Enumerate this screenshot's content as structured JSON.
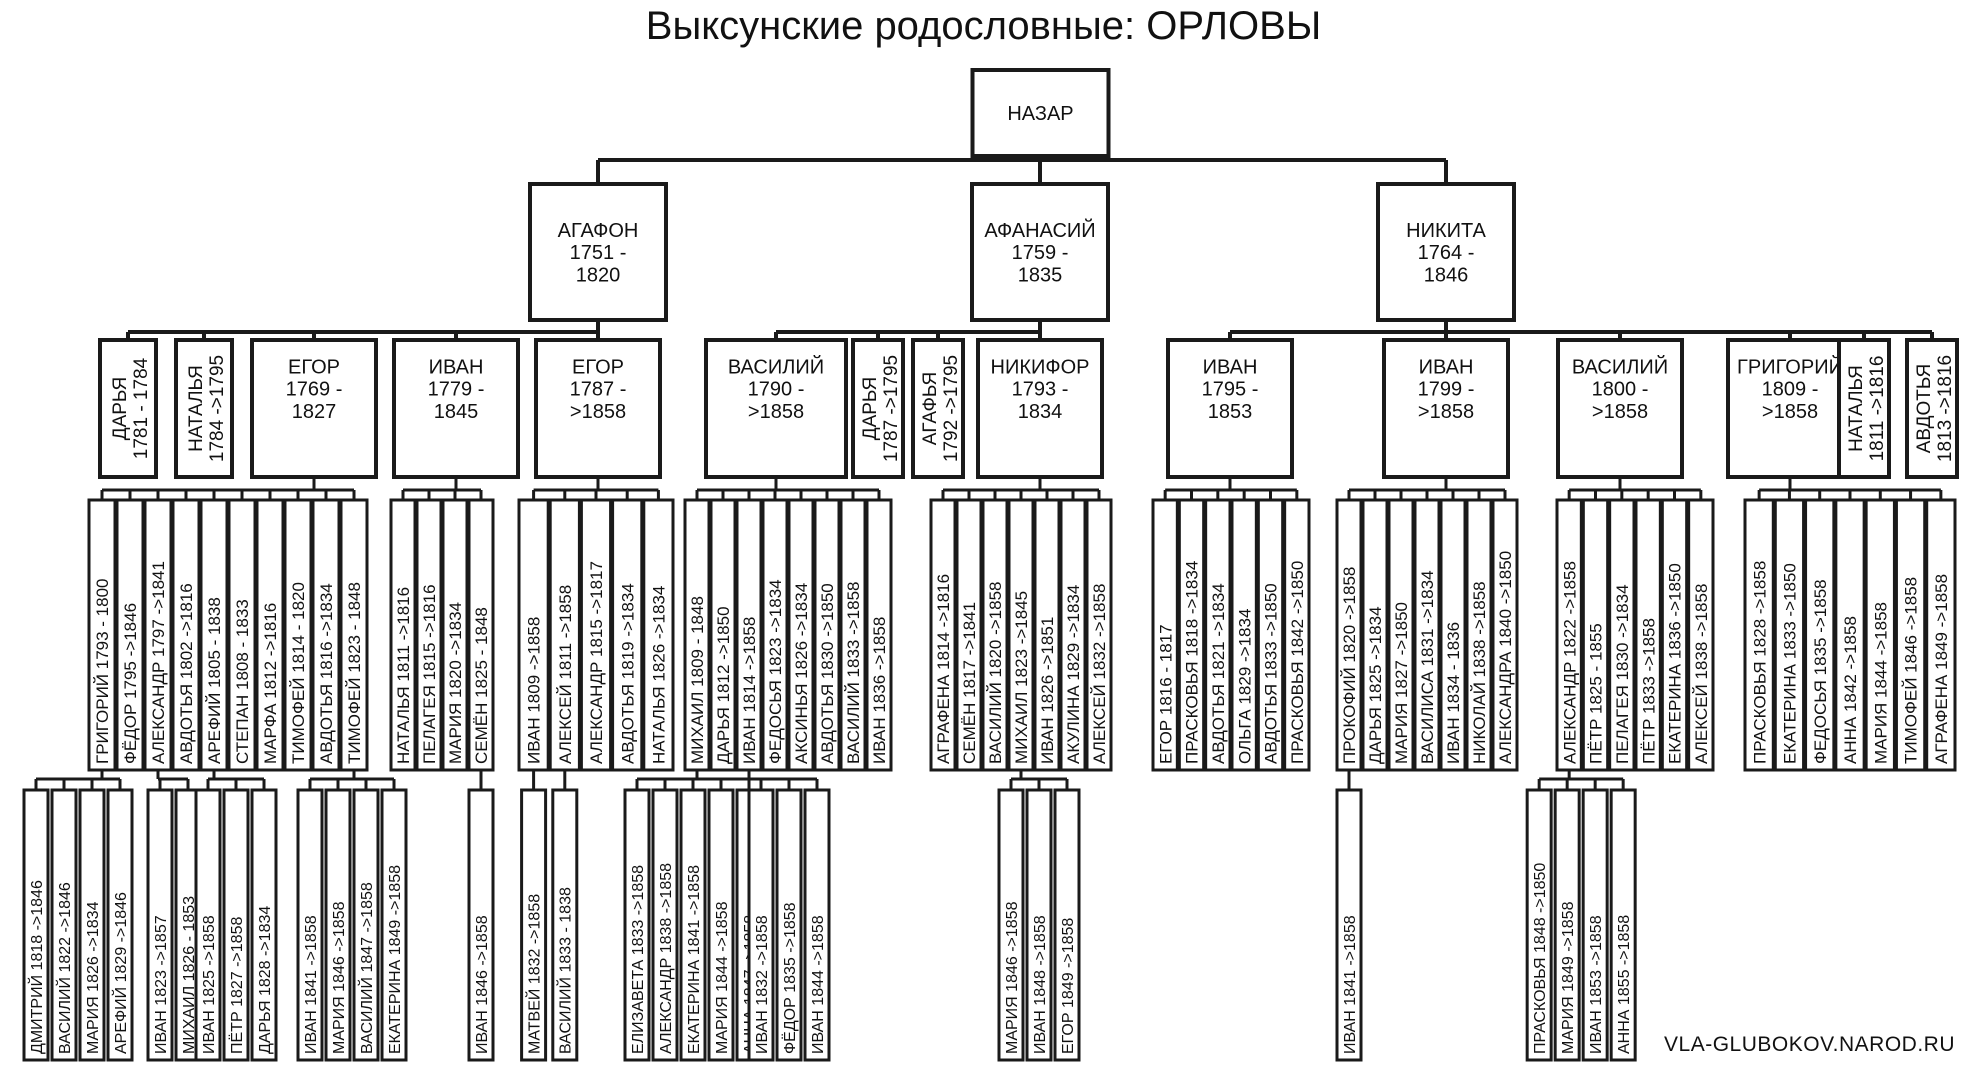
{
  "title": "Выксунские родословные: ОРЛОВЫ",
  "footer": "VLA-GLUBOKOV.NAROD.RU",
  "root": {
    "lines": [
      "НАЗАР"
    ],
    "children": [
      {
        "lines": [
          "АГАФОН",
          "1751 -",
          "1820"
        ],
        "children": [
          {
            "lines": [
              "ДАРЬЯ",
              "1781 - 1784"
            ]
          },
          {
            "lines": [
              "НАТАЛЬЯ",
              "1784 ->1795"
            ]
          },
          {
            "lines": [
              "ЕГОР",
              "1769 -",
              "1827"
            ],
            "children": [
              {
                "text": "ГРИГОРИЙ 1793 - 1800",
                "children": [
                  {
                    "text": "ДМИТРИЙ  1818 ->1846"
                  },
                  {
                    "text": "ВАСИЛИЙ  1822 ->1846"
                  },
                  {
                    "text": "МАРИЯ  1826 ->1834"
                  },
                  {
                    "text": "АРЕФИЙ  1829 ->1846"
                  }
                ]
              },
              {
                "text": "ФЁДОР  1795 ->1846"
              },
              {
                "text": "АЛЕКСАНДР 1797 ->1841",
                "children": [
                  {
                    "text": "ИВАН  1823 ->1857"
                  },
                  {
                    "text": "МИХАИЛ  1826 - 1853"
                  }
                ]
              },
              {
                "text": "АВДОТЬЯ  1802 ->1816"
              },
              {
                "text": "АРЕФИЙ  1805 - 1838",
                "children": [
                  {
                    "text": "ИВАН  1825 ->1858"
                  },
                  {
                    "text": "ПЁТР  1827 ->1858"
                  },
                  {
                    "text": "ДАРЬЯ  1828 ->1834"
                  }
                ]
              },
              {
                "text": "СТЕПАН  1808 - 1833"
              },
              {
                "text": "МАРФА  1812 ->1816"
              },
              {
                "text": "ТИМОФЕЙ  1814 - 1820"
              },
              {
                "text": "АВДОТЬЯ  1816 ->1834"
              },
              {
                "text": "ТИМОФЕЙ  1823 - 1848",
                "children": [
                  {
                    "text": "ИВАН  1841 ->1858"
                  },
                  {
                    "text": "МАРИЯ  1846 ->1858"
                  },
                  {
                    "text": "ВАСИЛИЙ  1847 ->1858"
                  },
                  {
                    "text": "ЕКАТЕРИНА 1849 ->1858"
                  }
                ]
              }
            ]
          },
          {
            "lines": [
              "ИВАН",
              "1779 -",
              "1845"
            ],
            "children": [
              {
                "text": "НАТАЛЬЯ  1811 ->1816"
              },
              {
                "text": "ПЕЛАГЕЯ  1815 ->1816"
              },
              {
                "text": "МАРИЯ  1820 ->1834"
              },
              {
                "text": "СЕМЁН  1825 - 1848",
                "children": [
                  {
                    "text": "ИВАН  1846 ->1858"
                  }
                ]
              }
            ]
          },
          {
            "lines": [
              "ЕГОР",
              "1787 -",
              ">1858"
            ],
            "children": [
              {
                "text": "ИВАН  1809 ->1858",
                "children": [
                  {
                    "text": "МАТВЕЙ  1832 ->1858"
                  }
                ]
              },
              {
                "text": "АЛЕКСЕЙ  1811 ->1858",
                "children": [
                  {
                    "text": "ВАСИЛИЙ  1833 - 1838"
                  }
                ]
              },
              {
                "text": "АЛЕКСАНДР 1815 ->1817"
              },
              {
                "text": "АВДОТЬЯ  1819 ->1834"
              },
              {
                "text": "НАТАЛЬЯ  1826 ->1834"
              }
            ]
          }
        ]
      },
      {
        "lines": [
          "АФАНАСИЙ",
          "1759 -",
          "1835"
        ],
        "children": [
          {
            "lines": [
              "ВАСИЛИЙ",
              "1790 -",
              ">1858"
            ],
            "children": [
              {
                "text": "МИХАИЛ  1809 - 1848",
                "children": [
                  {
                    "text": "ЕЛИЗАВЕТА 1833 ->1858"
                  },
                  {
                    "text": "АЛЕКСАНДР 1838 ->1858"
                  },
                  {
                    "text": "ЕКАТЕРИНА 1841 ->1858"
                  },
                  {
                    "text": "МАРИЯ  1844 ->1858"
                  },
                  {
                    "text": "АННА  1847 ->1858"
                  }
                ]
              },
              {
                "text": "ДАРЬЯ  1812 ->1850"
              },
              {
                "text": "ИВАН  1814 ->1858",
                "children": [
                  {
                    "text": "ИВАН  1832 ->1858"
                  },
                  {
                    "text": "ФЁДОР  1835 ->1858"
                  },
                  {
                    "text": "ИВАН  1844 ->1858"
                  }
                ]
              },
              {
                "text": "ФЕДОСЬЯ  1823 ->1834"
              },
              {
                "text": "АКСИНЬЯ  1826 ->1834"
              },
              {
                "text": "АВДОТЬЯ  1830 ->1850"
              },
              {
                "text": "ВАСИЛИЙ  1833 ->1858"
              },
              {
                "text": "ИВАН  1836 ->1858"
              }
            ]
          },
          {
            "lines": [
              "ДАРЬЯ",
              "1787 ->1795"
            ]
          },
          {
            "lines": [
              "АГАФЬЯ",
              "1792 ->1795"
            ]
          },
          {
            "lines": [
              "НИКИФОР",
              "1793 -",
              "1834"
            ],
            "children": [
              {
                "text": "АГРАФЕНА 1814 ->1816"
              },
              {
                "text": "СЕМЁН  1817 ->1841"
              },
              {
                "text": "ВАСИЛИЙ  1820 ->1858"
              },
              {
                "text": "МИХАИЛ  1823 ->1845",
                "children": [
                  {
                    "text": "МАРИЯ  1846 ->1858"
                  },
                  {
                    "text": "ИВАН  1848 ->1858"
                  },
                  {
                    "text": "ЕГОР  1849 ->1858"
                  }
                ]
              },
              {
                "text": "ИВАН  1826 ->1851"
              },
              {
                "text": "АКУЛИНА  1829 ->1834"
              },
              {
                "text": "АЛЕКСЕЙ  1832 ->1858"
              }
            ]
          }
        ]
      },
      {
        "lines": [
          "НИКИТА",
          "1764 -",
          "1846"
        ],
        "children": [
          {
            "lines": [
              "ИВАН",
              "1795 -",
              "1853"
            ],
            "children": [
              {
                "text": "ЕГОР  1816 - 1817"
              },
              {
                "text": "ПРАСКОВЬЯ 1818 ->1834"
              },
              {
                "text": "АВДОТЬЯ  1821 ->1834"
              },
              {
                "text": "ОЛЬГА  1829 ->1834"
              },
              {
                "text": "АВДОТЬЯ  1833 ->1850"
              },
              {
                "text": "ПРАСКОВЬЯ 1842 ->1850"
              }
            ]
          },
          {
            "lines": [
              "ИВАН",
              "1799 -",
              ">1858"
            ],
            "children": [
              {
                "text": "ПРОКОФИЙ 1820 ->1858",
                "children": [
                  {
                    "text": "ИВАН  1841 ->1858"
                  }
                ]
              },
              {
                "text": "ДАРЬЯ  1825 ->1834"
              },
              {
                "text": "МАРИЯ  1827 ->1850"
              },
              {
                "text": "ВАСИЛИСА 1831 ->1834"
              },
              {
                "text": "ИВАН  1834 - 1836"
              },
              {
                "text": "НИКОЛАЙ  1838 ->1858"
              },
              {
                "text": "АЛЕКСАНДРА 1840 ->1850"
              }
            ]
          },
          {
            "lines": [
              "ВАСИЛИЙ",
              "1800 -",
              ">1858"
            ],
            "children": [
              {
                "text": "АЛЕКСАНДР 1822 ->1858",
                "children": [
                  {
                    "text": "ПРАСКОВЬЯ 1848 ->1850"
                  },
                  {
                    "text": "МАРИЯ  1849 ->1858"
                  },
                  {
                    "text": "ИВАН  1853 ->1858"
                  },
                  {
                    "text": "АННА  1855 ->1858"
                  }
                ]
              },
              {
                "text": "ПЁТР  1825 - 1855"
              },
              {
                "text": "ПЕЛАГЕЯ  1830 ->1834"
              },
              {
                "text": "ПЁТР  1833 ->1858"
              },
              {
                "text": "ЕКАТЕРИНА 1836 ->1850"
              },
              {
                "text": "АЛЕКСЕЙ  1838 ->1858"
              }
            ]
          },
          {
            "lines": [
              "ГРИГОРИЙ",
              "1809 -",
              ">1858"
            ],
            "children": [
              {
                "text": "ПРАСКОВЬЯ 1828 ->1858"
              },
              {
                "text": "ЕКАТЕРИНА 1833 ->1850"
              },
              {
                "text": "ФЕДОСЬЯ  1835 ->1858"
              },
              {
                "text": "АННА  1842 ->1858"
              },
              {
                "text": "МАРИЯ  1844 ->1858"
              },
              {
                "text": "ТИМОФЕЙ  1846 ->1858"
              },
              {
                "text": "АГРАФЕНА 1849 ->1858"
              }
            ]
          },
          {
            "lines": [
              "НАТАЛЬЯ",
              "1811 ->1816"
            ]
          },
          {
            "lines": [
              "АВДОТЬЯ",
              "1813 ->1816"
            ]
          }
        ]
      }
    ]
  }
}
